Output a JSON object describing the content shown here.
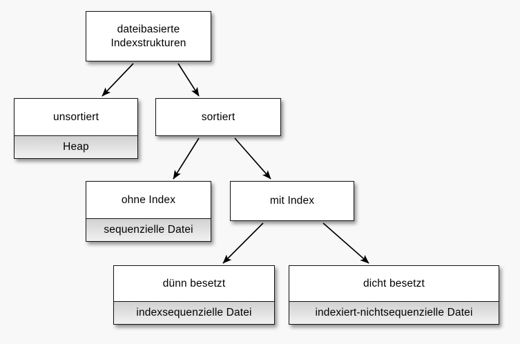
{
  "diagram": {
    "background_color": "#f8f8f8",
    "node_border_color": "#111111",
    "node_fill_color": "#ffffff",
    "node_sub_fill_color": "#dcdcdc",
    "edge_color": "#000000",
    "nodes": [
      {
        "id": "root",
        "title": "dateibasierte\nIndexstrukturen",
        "sub": null
      },
      {
        "id": "unsortiert",
        "title": "unsortiert",
        "sub": "Heap"
      },
      {
        "id": "sortiert",
        "title": "sortiert",
        "sub": null
      },
      {
        "id": "ohne_index",
        "title": "ohne Index",
        "sub": "sequenzielle Datei"
      },
      {
        "id": "mit_index",
        "title": "mit Index",
        "sub": null
      },
      {
        "id": "duenn",
        "title": "dünn besetzt",
        "sub": "indexsequenzielle Datei"
      },
      {
        "id": "dicht",
        "title": "dicht besetzt",
        "sub": "indexiert-nichtsequenzielle Datei"
      }
    ],
    "edges": [
      {
        "from": "root",
        "to": "unsortiert"
      },
      {
        "from": "root",
        "to": "sortiert"
      },
      {
        "from": "sortiert",
        "to": "ohne_index"
      },
      {
        "from": "sortiert",
        "to": "mit_index"
      },
      {
        "from": "mit_index",
        "to": "duenn"
      },
      {
        "from": "mit_index",
        "to": "dicht"
      }
    ]
  }
}
